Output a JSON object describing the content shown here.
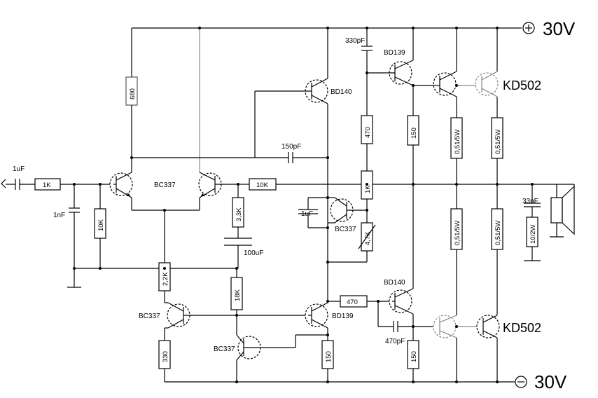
{
  "supply": {
    "pos_label": "30V",
    "neg_label": "30V"
  },
  "capacitors": {
    "c_input": "1uF",
    "c_input_shunt": "1nF",
    "c_top": "330pF",
    "c_miller": "150pF",
    "c_feedback": "100uF",
    "c_vbe": "1uF",
    "c_bottom": "470pF",
    "c_zobel": "33nF"
  },
  "resistors": {
    "r_680": "680",
    "r_1k_in": "1K",
    "r_10k_in": "10K",
    "r_10k_fb": "10K",
    "r_3k3": "3,3K",
    "r_2k2": "2,2K",
    "r_18k": "18K",
    "r_330": "330",
    "r_150_q8": "150",
    "r_470_drv": "470",
    "r_1k_bias": "1K",
    "r_4k7": "4,7K",
    "r_470_pre": "470",
    "r_150_drv_top": "150",
    "r_150_drv_bot": "150",
    "r_e1": "0,51/5W",
    "r_e2": "0,51/5W",
    "r_e3": "0,51/5W",
    "r_e4": "0,51/5W",
    "r_zobel": "10/2W"
  },
  "transistors": {
    "q_diff": "BC337",
    "q_vas_pnp": "BD140",
    "q_drv_top": "BD139",
    "q_out_top": "KD502",
    "q_vbe": "BC337",
    "q_cs_left": "BC337",
    "q_cs_mid": "BC337",
    "q_vas_npn": "BD139",
    "q_drv_bot": "BD140",
    "q_out_bot": "KD502"
  }
}
